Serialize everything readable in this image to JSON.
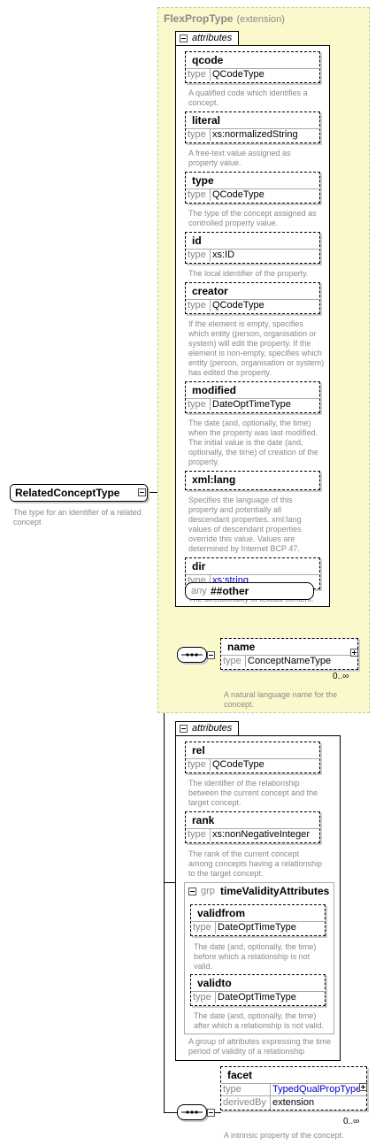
{
  "extension": {
    "type_name": "FlexPropType",
    "kind": "(extension)"
  },
  "attributes_label": "attributes",
  "attributes_label_2": "attributes",
  "type_label": "type",
  "derived_label": "derivedBy",
  "flex_attributes": [
    {
      "name": "qcode",
      "type": "QCodeType",
      "desc": "A qualified code which identifies a concept."
    },
    {
      "name": "literal",
      "type": "xs:normalizedString",
      "desc": "A free-text value assigned as property value."
    },
    {
      "name": "type",
      "type": "QCodeType",
      "desc": "The type of the concept assigned as controlled property value."
    },
    {
      "name": "id",
      "type": "xs:ID",
      "desc": "The local identifier of the property."
    },
    {
      "name": "creator",
      "type": "QCodeType",
      "desc": "If the element is empty, specifies which entity (person, organisation or system) will edit the property. If the element is non-empty, specifies which entity (person, organisation or system) has edited the property."
    },
    {
      "name": "modified",
      "type": "DateOptTimeType",
      "desc": "The date (and, optionally, the time) when the property was last modified. The initial value is the date (and, optionally, the time) of creation of the property."
    },
    {
      "name": "xml:lang",
      "type": "",
      "desc": "Specifies the language of this property and potentially all descendant properties. xml:lang values of descendant properties override this value. Values are determined by Internet BCP 47."
    },
    {
      "name": "dir",
      "type": "xs:string",
      "desc": "The directionality of textual content."
    }
  ],
  "any_other": {
    "prefix": "any",
    "label": "##other"
  },
  "name_element": {
    "name": "name",
    "type": "ConceptNameType",
    "occurs": "0..∞",
    "desc": "A natural language name for the concept."
  },
  "root": {
    "name": "RelatedConceptType",
    "desc": "The type for an identifier of a related concept"
  },
  "rel_attributes": [
    {
      "name": "rel",
      "type": "QCodeType",
      "desc": "The identifier of the relationship between the current concept and the target concept."
    },
    {
      "name": "rank",
      "type": "xs:nonNegativeInteger",
      "desc": "The rank of the current concept among concepts having a relationship to the target concept."
    }
  ],
  "group": {
    "prefix": "grp",
    "name": "timeValidityAttributes",
    "desc": "A group of attributes expressing the time period of validity of a relationship",
    "items": [
      {
        "name": "validfrom",
        "type": "DateOptTimeType",
        "desc": "The date (and, optionally, the time) before which a relationship is not valid."
      },
      {
        "name": "validto",
        "type": "DateOptTimeType",
        "desc": "The date (and, optionally, the time) after which a relationship is not valid."
      }
    ]
  },
  "facet_element": {
    "name": "facet",
    "type": "TypedQualPropType",
    "derived": "extension",
    "occurs": "0..∞",
    "desc": "A intrinsic property of the concept."
  },
  "colors": {
    "extension_bg": "#fbf8cc",
    "link": "#0000cc",
    "muted": "#8a8a8a"
  }
}
